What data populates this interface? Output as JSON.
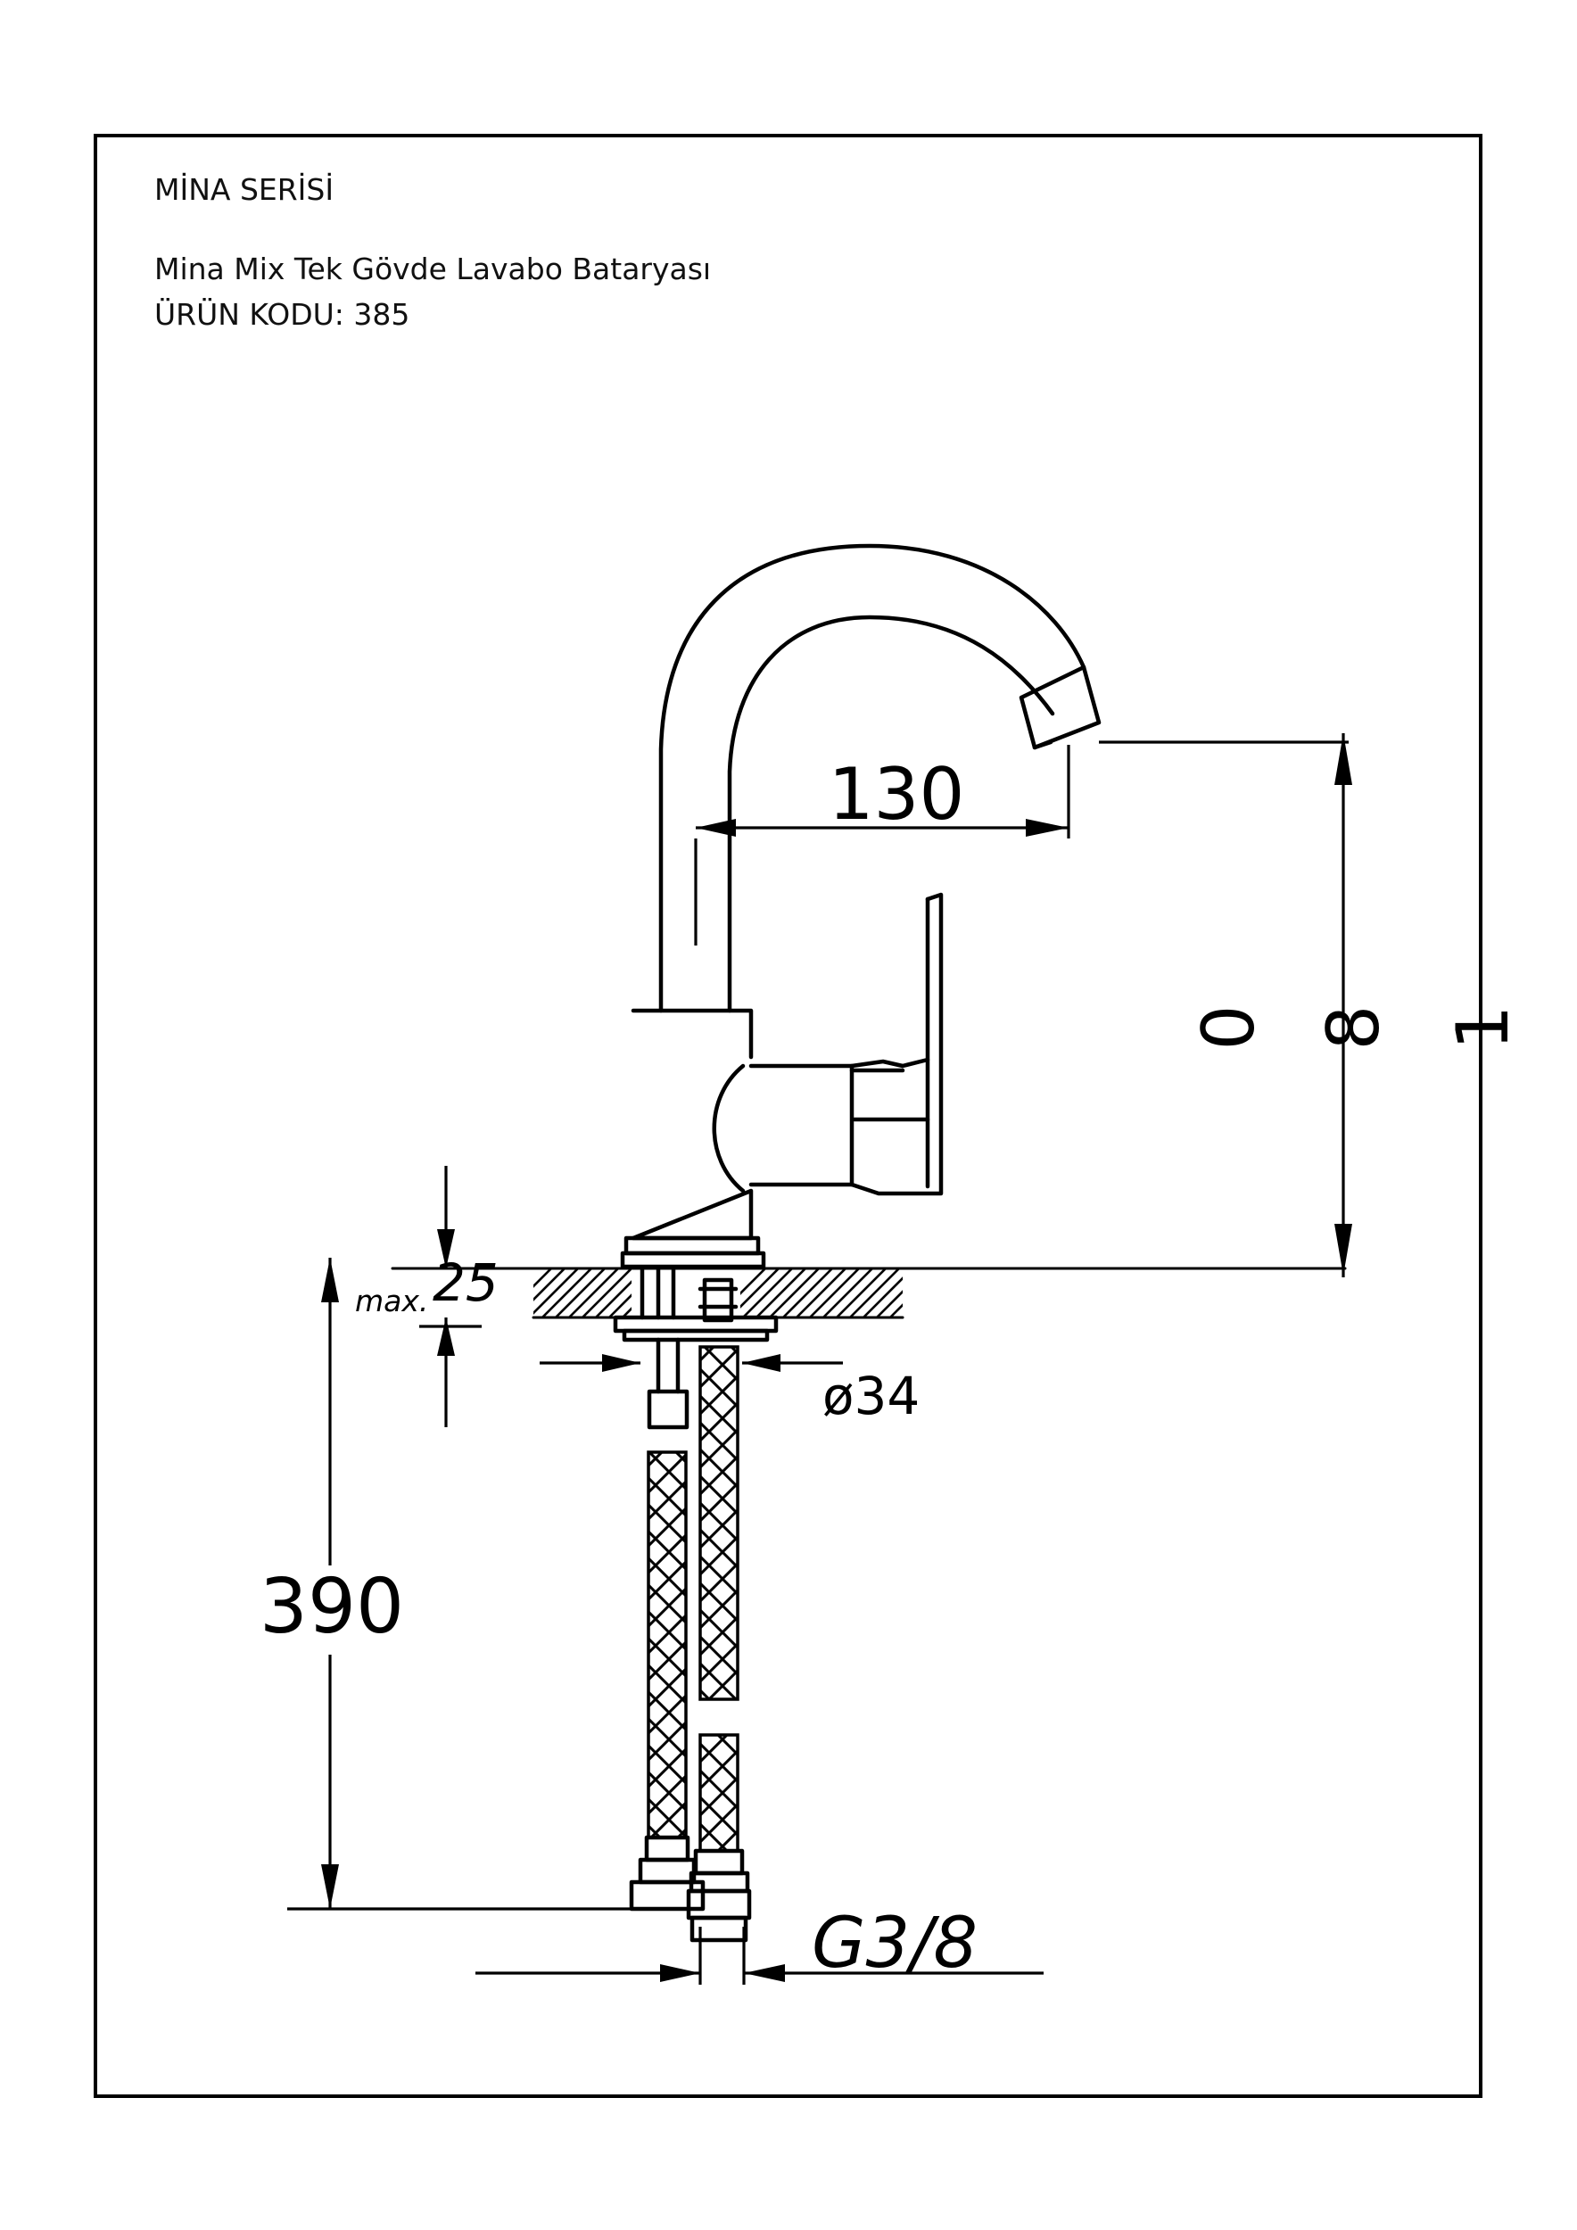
{
  "header": {
    "series": "MİNA SERİSİ",
    "product_name": "Mina Mix Tek Gövde Lavabo Bataryası",
    "product_code": "ÜRÜN KODU: 385"
  },
  "dimensions": {
    "spout_reach": "130",
    "height_digit_1": "0",
    "height_digit_2": "8",
    "height_digit_3": "1",
    "max_label": "max.",
    "max_thickness": "25",
    "hole_diameter": "ø34",
    "hose_length": "390",
    "thread": "G3/8"
  }
}
